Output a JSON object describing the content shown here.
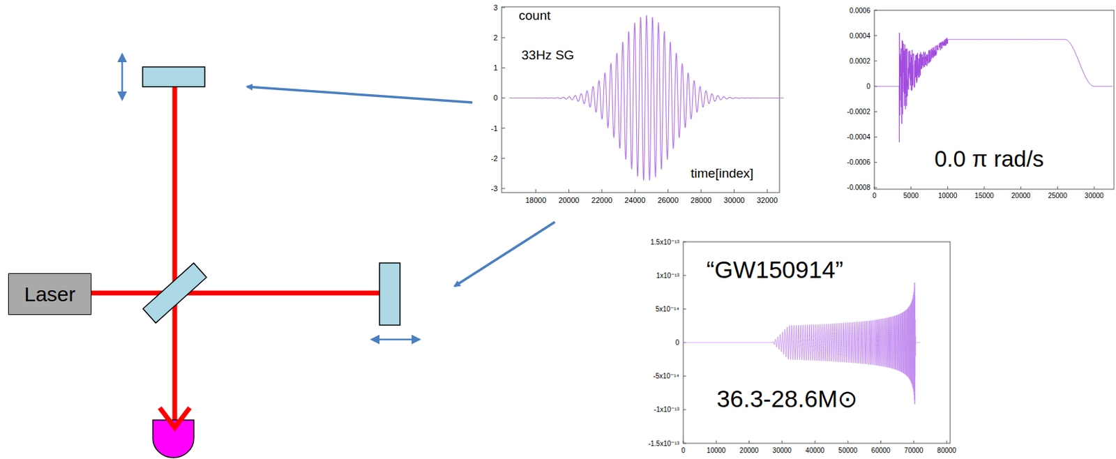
{
  "diagram": {
    "nodes": [
      {
        "text": [
          "Laser"
        ]
      }
    ],
    "labels": [
      "count",
      "33Hz SG",
      "time[index]",
      "3",
      "2",
      "1",
      "0",
      "-1",
      "-2",
      "-3",
      "18000",
      "20000",
      "22000",
      "24000",
      "26000",
      "28000",
      "30000",
      "32000",
      "0.0 π rad/s",
      "0.0006",
      "0.0004",
      "0.0002",
      "0",
      "-0.0002",
      "-0.0004",
      "-0.0006",
      "-0.0008",
      "0",
      "5000",
      "10000",
      "15000",
      "20000",
      "25000",
      "30000",
      "“GW150914”",
      "36.3-28.6M⊙",
      "1.5x10⁻¹³",
      "1x10⁻¹³",
      "5x10⁻¹⁴",
      "0",
      "-5x10⁻¹⁴",
      "-1x10⁻¹³",
      "-1.5x10⁻¹³",
      "0",
      "10000",
      "20000",
      "30000",
      "40000",
      "50000",
      "60000",
      "70000",
      "80000"
    ]
  }
}
